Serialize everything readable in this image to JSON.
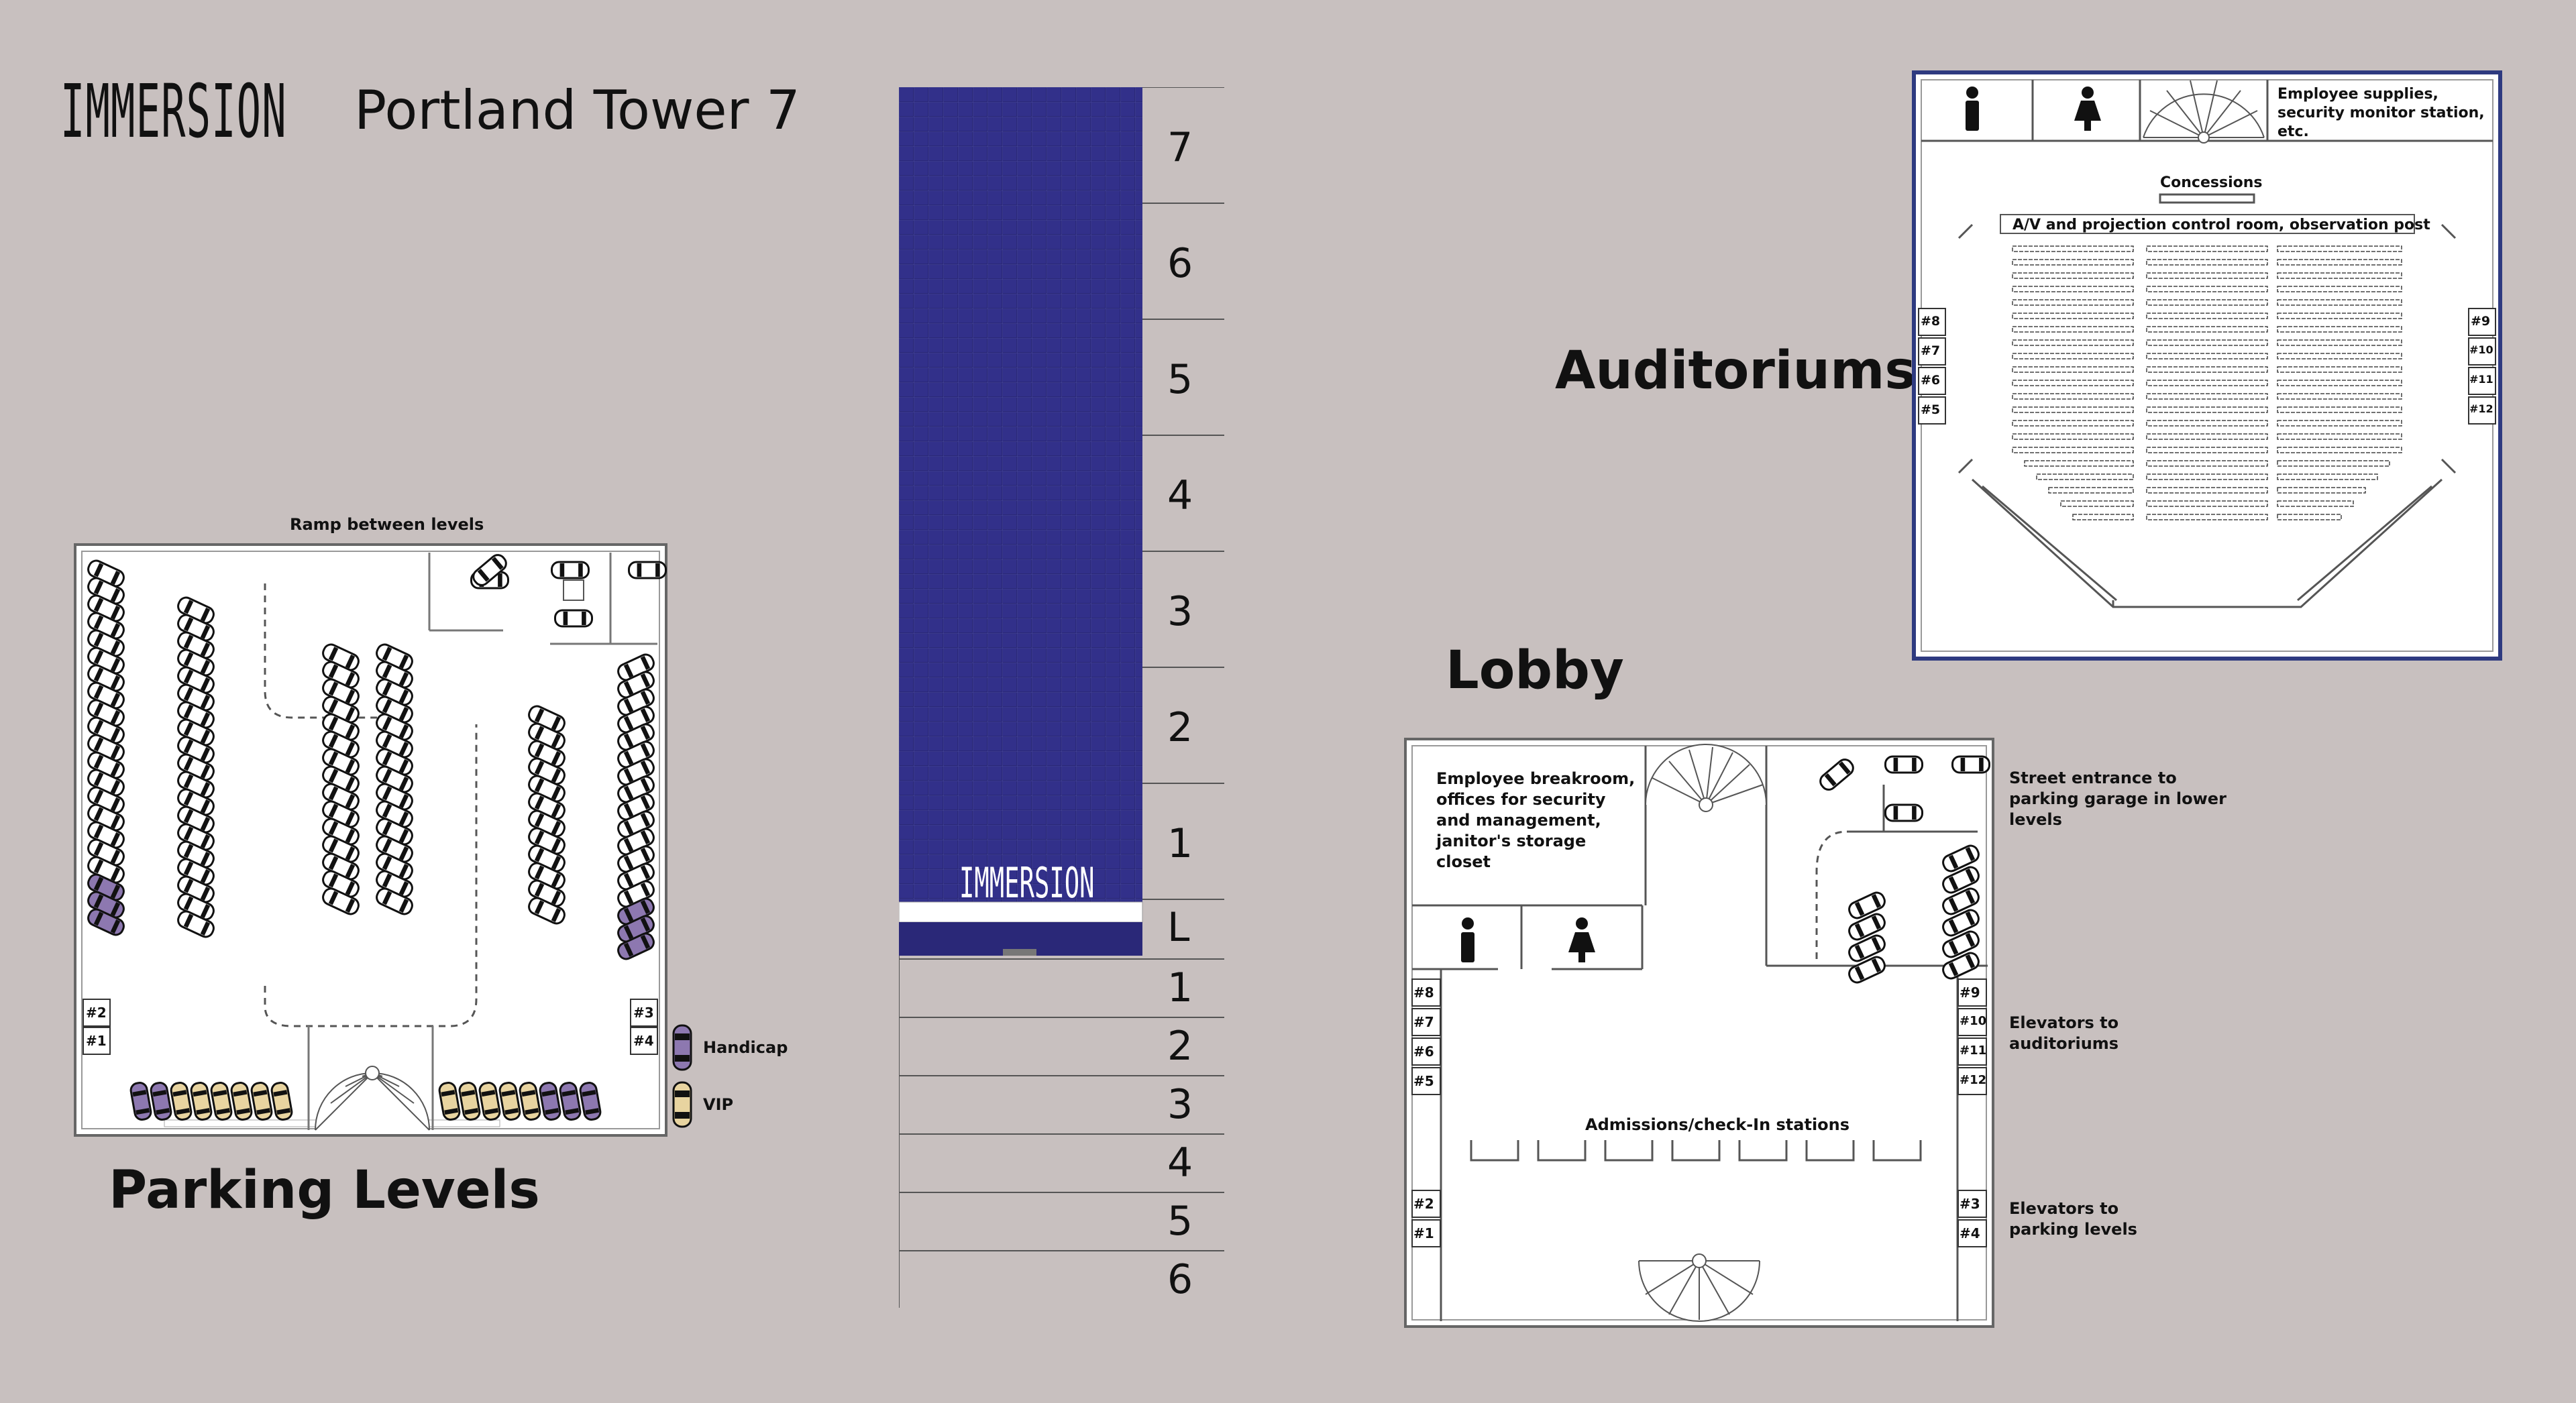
{
  "header": {
    "brand": "IMMERSION",
    "building": "Portland Tower 7"
  },
  "sections": {
    "parking": "Parking Levels",
    "lobby": "Lobby",
    "auditoriums": "Auditoriums"
  },
  "tower": {
    "brand": "IMMERSION",
    "upper_floors": [
      "7",
      "6",
      "5",
      "4",
      "3",
      "2",
      "1"
    ],
    "lobby_floor": "L",
    "lower_floors": [
      "1",
      "2",
      "3",
      "4",
      "5",
      "6"
    ]
  },
  "parking": {
    "ramp_label": "Ramp between levels",
    "elevators": [
      "#2",
      "#1",
      "#3",
      "#4"
    ],
    "legend": [
      {
        "label": "Handicap",
        "color": "#8d78b0"
      },
      {
        "label": "VIP",
        "color": "#e8d4a0"
      }
    ]
  },
  "lobby": {
    "staff_area": "Employee breakroom, offices for security and management, janitor's storage closet",
    "street_entrance": "Street entrance to parking garage in lower levels",
    "admissions": "Admissions/check-In stations",
    "elevators_left": [
      "#8",
      "#7",
      "#6",
      "#5"
    ],
    "elevators_right": [
      "#9",
      "#10",
      "#11",
      "#12"
    ],
    "elevators_bottom_left": [
      "#2",
      "#1"
    ],
    "elevators_bottom_right": [
      "#3",
      "#4"
    ],
    "to_auditoriums": "Elevators to auditoriums",
    "to_parking": "Elevators to parking levels"
  },
  "auditorium": {
    "supplies": "Employee supplies, security monitor station, etc.",
    "concessions": "Concessions",
    "control_room": "A/V and projection control room, observation post",
    "elevators_left": [
      "#8",
      "#7",
      "#6",
      "#5"
    ],
    "elevators_right": [
      "#9",
      "#10",
      "#11",
      "#12"
    ]
  },
  "colors": {
    "background": "#c8c0bf",
    "tower_glass": "#2a2878",
    "auditorium_border": "#2e3a80",
    "handicap": "#8d78b0",
    "vip": "#e8d4a0"
  }
}
